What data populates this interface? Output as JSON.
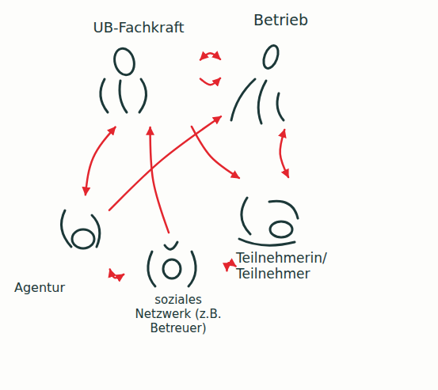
{
  "diagram": {
    "nodes": [
      {
        "text": [
          "UB-Fachkraft"
        ]
      },
      {
        "text": [
          "Betrieb"
        ]
      },
      {
        "text": [
          "Teilnehmerin/ Teilnehmer"
        ]
      },
      {
        "text": [
          "Agentur"
        ]
      },
      {
        "text": [
          "soziales Netzwerk (z.B. Betreuer)"
        ]
      }
    ],
    "edges": [
      {
        "from": 0,
        "to": 1,
        "arrow": "both"
      },
      {
        "from": 0,
        "to": 1,
        "arrow": "to"
      },
      {
        "from": 0,
        "to": 3,
        "arrow": "both"
      },
      {
        "from": 0,
        "to": 2,
        "arrow": "to"
      },
      {
        "from": 4,
        "to": 0,
        "arrow": "to"
      },
      {
        "from": 3,
        "to": 1,
        "arrow": "to"
      },
      {
        "from": 1,
        "to": 2,
        "arrow": "both"
      },
      {
        "from": 2,
        "to": 4,
        "arrow": "both"
      },
      {
        "from": 3,
        "to": 4,
        "arrow": "both"
      }
    ]
  }
}
